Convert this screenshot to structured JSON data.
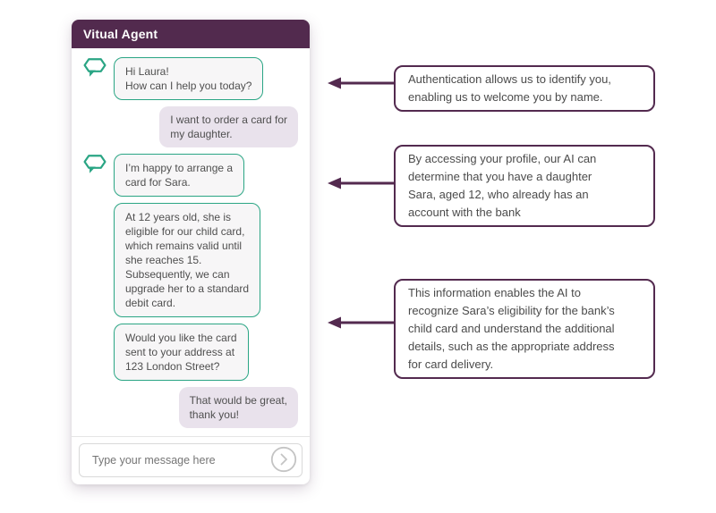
{
  "chat": {
    "title": "Vitual Agent",
    "messages": [
      {
        "from": "bot",
        "text": "Hi Laura!\nHow can I help you today?"
      },
      {
        "from": "user",
        "text": "I want to order a card for\nmy daughter."
      },
      {
        "from": "bot",
        "text": "I’m happy to arrange a\ncard for Sara."
      },
      {
        "from": "bot",
        "text": "At 12 years old, she is\neligible for our child card,\nwhich remains valid until\nshe reaches 15.\nSubsequently, we can\nupgrade her to a standard\ndebit card."
      },
      {
        "from": "bot",
        "text": "Would you like the card\nsent to your address at\n123 London Street?"
      },
      {
        "from": "user",
        "text": "That would be great,\nthank you!"
      }
    ],
    "input_placeholder": "Type your message here"
  },
  "annotations": [
    {
      "text": "Authentication allows us to identify you,\nenabling us to welcome you by name."
    },
    {
      "text": "By accessing your profile, our AI can\ndetermine that you have a daughter\nSara, aged 12, who already has an\naccount with the bank"
    },
    {
      "text": "This information enables the AI to\nrecognize Sara’s eligibility for the bank’s\nchild card and understand the additional\ndetails, such as the appropriate address\nfor card delivery."
    }
  ],
  "icons": {
    "bot_avatar": "speech-bubble-outline",
    "send": "circle-chevron-right"
  },
  "colors": {
    "header_purple": "#522a4e",
    "annotation_purple": "#532a4f",
    "teal": "#2aa584",
    "user_bubble_bg": "#e9e2ec",
    "bot_bubble_bg": "#f7f6f7"
  }
}
